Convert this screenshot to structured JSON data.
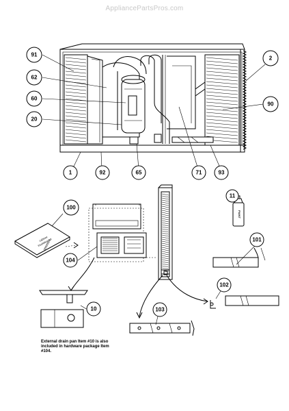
{
  "watermark": "AppliancePartsPros.com",
  "note": "External drain pan Item #10 is also included in hardware package Item #104.",
  "paint_can_label": "PAINT",
  "pad_label_lines": [
    "cabinet",
    "insulation kit",
    "00000001"
  ],
  "callouts": {
    "c91": "91",
    "c2": "2",
    "c62": "62",
    "c60": "60",
    "c90": "90",
    "c20": "20",
    "c1": "1",
    "c92": "92",
    "c65": "65",
    "c71": "71",
    "c93": "93",
    "c11": "11",
    "c100": "100",
    "c101": "101",
    "c104": "104",
    "c102": "102",
    "c10": "10",
    "c103": "103"
  }
}
